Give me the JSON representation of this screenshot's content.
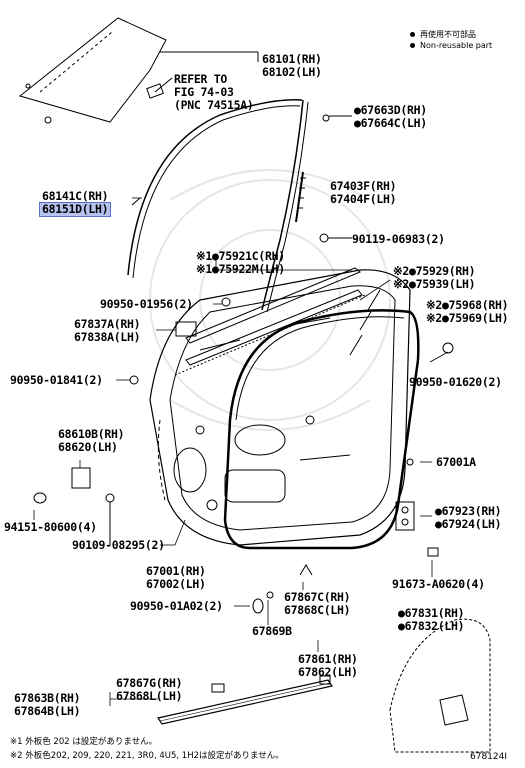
{
  "legend": {
    "reusable_ja": "再使用不可部品",
    "reusable_en": "Non-reusable part"
  },
  "parts": {
    "p68101": [
      "68101(RH)",
      "68102(LH)"
    ],
    "refer": [
      "REFER TO",
      "FIG 74-03",
      "(PNC 74515A)"
    ],
    "p67663": [
      "●67663D(RH)",
      "●67664C(LH)"
    ],
    "p68141": [
      "68141C(RH)",
      "68151D(LH)"
    ],
    "p67403": [
      "67403F(RH)",
      "67404F(LH)"
    ],
    "p90119": "90119-06983(2)",
    "p75921": [
      "※1●75921C(RH)",
      "※1●75922M(LH)"
    ],
    "p75929": [
      "※2●75929(RH)",
      "※2●75939(LH)"
    ],
    "p90950_01956": "90950-01956(2)",
    "p75968": [
      "※2●75968(RH)",
      "※2●75969(LH)"
    ],
    "p67837": [
      "67837A(RH)",
      "67838A(LH)"
    ],
    "p90950_01841": "90950-01841(2)",
    "p90950_01620": "90950-01620(2)",
    "p68610": [
      "68610B(RH)",
      "68620(LH)"
    ],
    "p67001A": "67001A",
    "p94151": "94151-80600(4)",
    "p67923": [
      "●67923(RH)",
      "●67924(LH)"
    ],
    "p90109": "90109-08295(2)",
    "p67001": [
      "67001(RH)",
      "67002(LH)"
    ],
    "p91673": "91673-A0620(4)",
    "p67867C": [
      "67867C(RH)",
      "67868C(LH)"
    ],
    "p90950_01A02": "90950-01A02(2)",
    "p67869B": "67869B",
    "p67831": [
      "●67831(RH)",
      "●67832(LH)"
    ],
    "p67861": [
      "67861(RH)",
      "67862(LH)"
    ],
    "p67867G": [
      "67867G(RH)",
      "67868L(LH)"
    ],
    "p67863": [
      "67863B(RH)",
      "67864B(LH)"
    ]
  },
  "notes": {
    "n1": "※1 外板色 202 は設定がありません。",
    "n2": "※2 外板色202, 209, 220, 221, 3R0, 4U5, 1H2は設定がありません。"
  },
  "figure_id": "678124I",
  "highlight_color": "#b7c3ee"
}
